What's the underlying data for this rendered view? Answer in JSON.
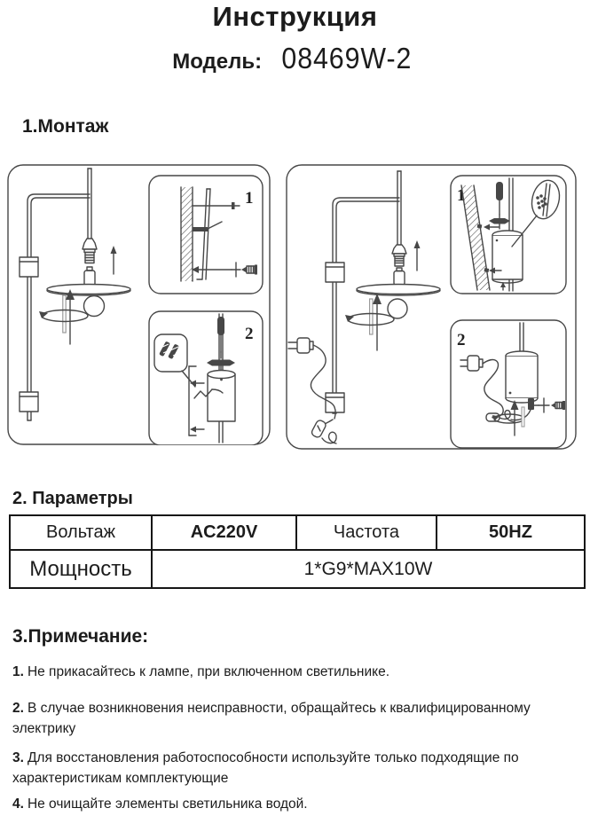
{
  "document": {
    "title": "Инструкция",
    "model_label": "Модель:",
    "model_value": "08469W-2"
  },
  "montage": {
    "heading": "1.Монтаж",
    "left_diagram": {
      "inset1": "1",
      "inset2": "2"
    },
    "right_diagram": {
      "inset1": "1",
      "inset2": "2"
    }
  },
  "parameters": {
    "heading": "2. Параметры",
    "table": {
      "rows": [
        {
          "cells": [
            {
              "text": "Вольтаж"
            },
            {
              "text": "AC220V"
            },
            {
              "text": "Частота"
            },
            {
              "text": "50HZ"
            }
          ]
        },
        {
          "cells": [
            {
              "text": "Мощность"
            },
            {
              "text": "1*G9*MAX10W"
            }
          ]
        }
      ]
    }
  },
  "notes": {
    "heading": "3.Примечание:",
    "items": [
      {
        "number": "1.",
        "text": "Не прикасайтесь к лампе, при включенном светильнике."
      },
      {
        "number": "2.",
        "text": "В случае возникновения неисправности, обращайтесь к квалифицированному электрику"
      },
      {
        "number": "3.",
        "text": "Для восстановления работоспособности используйте только подходящие по характеристикам комплектующие"
      },
      {
        "number": "4.",
        "text": "Не очищайте элементы светильника водой."
      }
    ]
  },
  "colors": {
    "text": "#1c1c1c",
    "line": "#474747",
    "background": "#ffffff"
  }
}
